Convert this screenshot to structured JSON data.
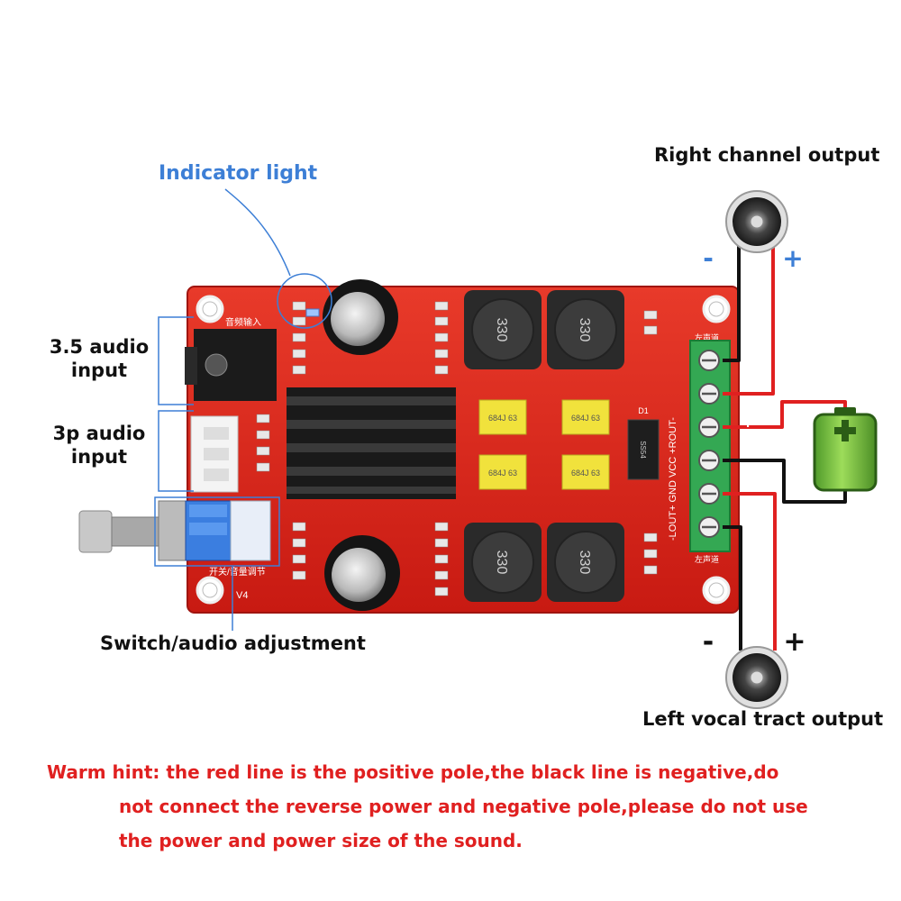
{
  "labels": {
    "indicator_light": "Indicator light",
    "audio_input_35": "3.5 audio\ninput",
    "audio_input_3p": "3p audio\ninput",
    "switch_adjust": "Switch/audio adjustment",
    "right_output": "Right channel output",
    "left_output": "Left vocal tract output"
  },
  "polarity": {
    "top_minus": "-",
    "top_plus": "+",
    "bottom_minus": "-",
    "bottom_plus": "+",
    "battery_plus": "+",
    "battery_minus": "-"
  },
  "board": {
    "inductor_text": "330",
    "cap_text": "684J 63",
    "top_channel": "左声道",
    "bottom_channel": "左声道",
    "audio_in_cn": "音频输入",
    "switch_cn": "开关/音量调节",
    "version": "V4",
    "terminal_labels": "-LOUT+  GND VCC  +ROUT-",
    "diode": "D1",
    "diode_text": "SS54"
  },
  "hint_lines": [
    "Warm hint: the red line is the positive pole,the black line is negative,do",
    "not connect the reverse power and negative pole,please do not use",
    "the power and power size of the sound."
  ],
  "colors": {
    "pcb": "#d8231b",
    "terminal": "#34a853",
    "positive_wire": "#e02020",
    "negative_wire": "#111111",
    "accent_blue": "#3d7fd6",
    "battery_green": "#7ac943"
  }
}
